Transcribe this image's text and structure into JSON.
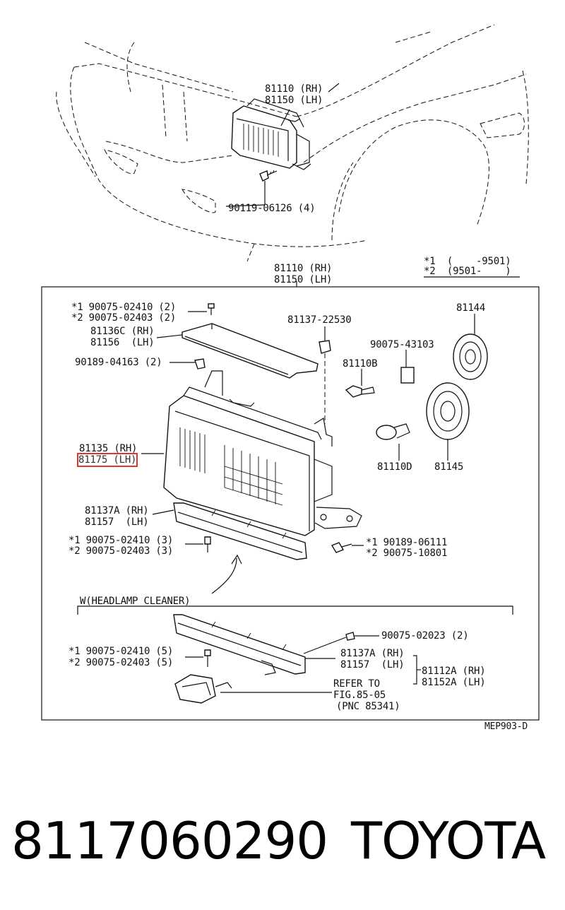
{
  "car": {
    "assy_top_rh": "81110 (RH)",
    "assy_top_lh": "81150 (LH)",
    "bolt_top": "90119-06126 (4)"
  },
  "box_header": {
    "rh": "81110 (RH)",
    "lh": "81150 (LH)"
  },
  "date_note": {
    "l1": "*1  (    -9501)",
    "l2": "*2  (9501-    )"
  },
  "parts": {
    "screw_top_1": "*1 90075-02410 (2)",
    "screw_top_2": "*2 90075-02403 (2)",
    "bracket_rh": "81136C (RH)",
    "bracket_lh": "81156  (LH)",
    "clip_90189": "90189-04163 (2)",
    "retainer": "81137-22530",
    "socket": "90075-43103",
    "cover_81144": "81144",
    "bulb_81110b": "81110B",
    "unit_rh": "81135 (RH)",
    "unit_lh": "81175 (LH)",
    "bulb_81110d": "81110D",
    "cover_81145": "81145",
    "lower_bracket_rh": "81137A (RH)",
    "lower_bracket_lh": "81157  (LH)",
    "screw_mid_1": "*1 90075-02410 (3)",
    "screw_mid_2": "*2 90075-02403 (3)",
    "nut_1": "*1 90189-06111",
    "nut_2": "*2 90075-10801"
  },
  "cleaner": {
    "title": "W(HEADLAMP CLEANER)",
    "screw_02023": "90075-02023 (2)",
    "bracket_rh": "81137A (RH)",
    "bracket_lh": "81157  (LH)",
    "screw_1": "*1 90075-02410 (5)",
    "screw_2": "*2 90075-02403 (5)",
    "refer_1": "REFER TO",
    "refer_2": "FIG.85-05",
    "refer_3": "(PNC 85341)",
    "side_rh": "81112A (RH)",
    "side_lh": "81152A (LH)"
  },
  "figure_code": "MEP903-D",
  "footer": {
    "part_number": "8117060290",
    "brand": "TOYOTA"
  },
  "colors": {
    "highlight": "#e0342f",
    "ink": "#111111"
  }
}
